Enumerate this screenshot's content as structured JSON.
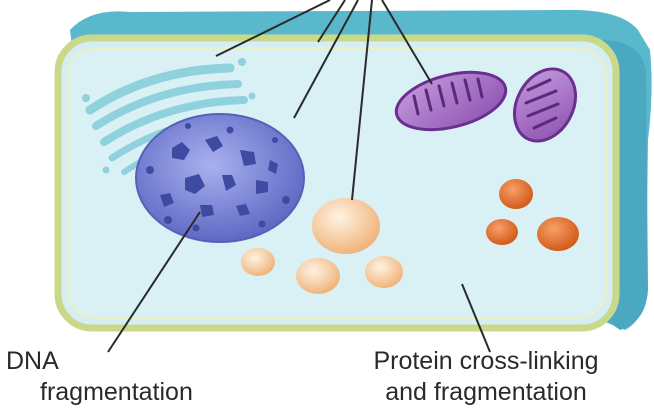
{
  "labels": {
    "dna_line1": "DNA",
    "dna_line2": "fragmentation",
    "protein_line1": "Protein cross-linking",
    "protein_line2": "and fragmentation"
  },
  "colors": {
    "background": "#ffffff",
    "cell_wall": "#5ab8cc",
    "cytoplasm": "#d6eef3",
    "membrane": "#c9d98a",
    "nucleus": "#7b86d6",
    "nucleus_spots": "#3f4aa3",
    "golgi": "#8fd1dd",
    "mitochondria": "#9a5fb8",
    "mito_cristae": "#5a2a7a",
    "vesicles_light": "#f4c592",
    "vesicles_dark": "#e0702a",
    "pointer_lines": "#2a2a2a"
  }
}
